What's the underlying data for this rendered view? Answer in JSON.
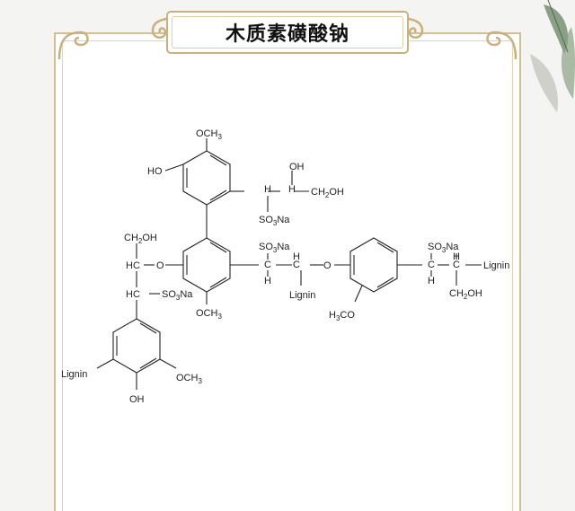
{
  "title": "木质素磺酸钠",
  "labels": {
    "och3": "OCH",
    "sub3": "3",
    "oh": "OH",
    "ho": "HO",
    "ch2oh_a": "CH",
    "sub2": "2",
    "ch2oh_b": "OH",
    "h": "H",
    "c": "C",
    "hc": "HC",
    "o": "O",
    "so3na_a": "SO",
    "so3na_b": "Na",
    "lignin": "Lignin",
    "h3co_a": "H",
    "h3co_b": "CO"
  }
}
